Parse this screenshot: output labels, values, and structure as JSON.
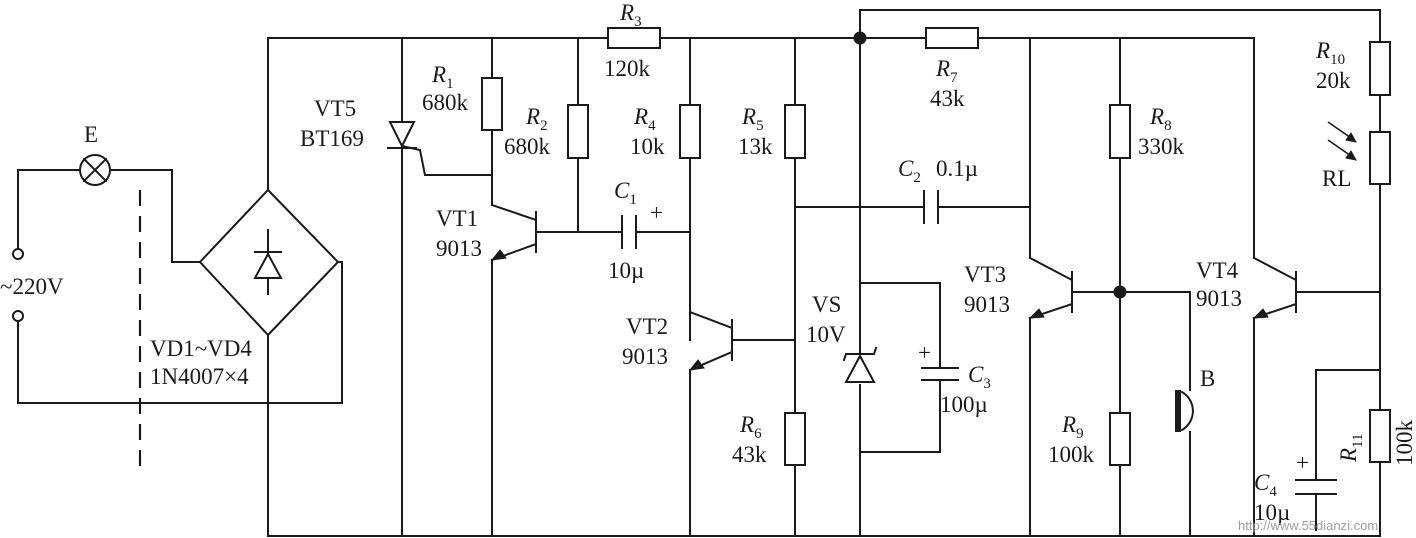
{
  "labels": {
    "lamp": "E",
    "mains": "~220V",
    "bridge_name": "VD1~VD4",
    "bridge_part": "1N4007×4",
    "vt5_name": "VT5",
    "vt5_part": "BT169",
    "r1_letter": "R",
    "r1_sub": "1",
    "r1_value": "680k",
    "r2_letter": "R",
    "r2_sub": "2",
    "r2_value": "680k",
    "r3_letter": "R",
    "r3_sub": "3",
    "r3_value": "120k",
    "r4_letter": "R",
    "r4_sub": "4",
    "r4_value": "10k",
    "r5_letter": "R",
    "r5_sub": "5",
    "r5_value": "13k",
    "r6_letter": "R",
    "r6_sub": "6",
    "r6_value": "43k",
    "r7_letter": "R",
    "r7_sub": "7",
    "r7_value": "43k",
    "r8_letter": "R",
    "r8_sub": "8",
    "r8_value": "330k",
    "r9_letter": "R",
    "r9_sub": "9",
    "r9_value": "100k",
    "r10_letter": "R",
    "r10_sub": "10",
    "r10_value": "20k",
    "r11_letter": "R",
    "r11_sub": "11",
    "r11_value": "100k",
    "rl": "RL",
    "c1_letter": "C",
    "c1_sub": "1",
    "c1_value": "10µ",
    "c2_letter": "C",
    "c2_sub": "2",
    "c2_value": "0.1µ",
    "c3_letter": "C",
    "c3_sub": "3",
    "c3_value": "100µ",
    "c4_letter": "C",
    "c4_sub": "4",
    "c4_value": "10µ",
    "plus": "+",
    "vt1_name": "VT1",
    "vt1_part": "9013",
    "vt2_name": "VT2",
    "vt2_part": "9013",
    "vt3_name": "VT3",
    "vt3_part": "9013",
    "vt4_name": "VT4",
    "vt4_part": "9013",
    "vs_name": "VS",
    "vs_value": "10V",
    "mic": "B"
  },
  "watermark": "http://www.55dianzi.com"
}
